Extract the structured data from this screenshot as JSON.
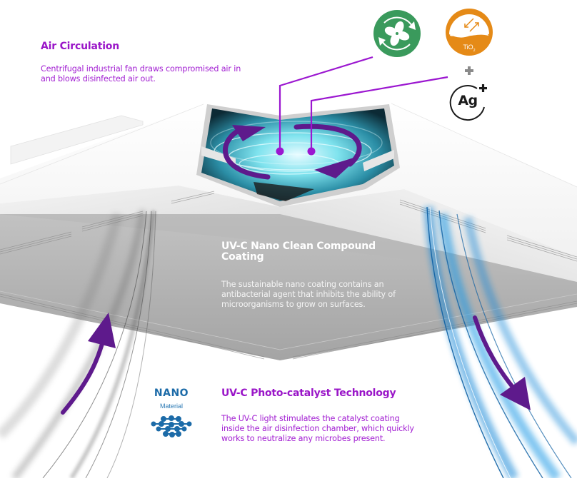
{
  "sections": {
    "air_circulation": {
      "title": "Air Circulation",
      "body": "Centrifugal industrial fan draws compromised air in and blows disinfected air out."
    },
    "nano_coating": {
      "title": "UV-C Nano Clean Compound Coating",
      "body": "The sustainable nano coating contains an antibacterial agent that inhibits the ability of microorganisms to grow on surfaces."
    },
    "photo_catalyst": {
      "title": "UV-C Photo-catalyst Technology",
      "body": "The UV-C light stimulates the catalyst coating inside the air disinfection chamber, which quickly works to neutralize any microbes present."
    }
  },
  "badges": {
    "fan": {
      "icon": "fan-icon",
      "color": "#3a9a5c"
    },
    "tio2": {
      "icon": "tio2-icon",
      "label": "TiO",
      "subscript": "2",
      "color": "#e58a17"
    },
    "plus": {
      "icon": "plus-icon",
      "color": "#8a8a8a"
    },
    "silver": {
      "icon": "silver-ion-icon",
      "label": "Ag",
      "superscript": "+"
    }
  },
  "nano_logo": {
    "word": "NANO",
    "sub": "Material",
    "color": "#1c6ba8"
  },
  "colors": {
    "accent_purple": "#9a16c8",
    "arrow_purple": "#5e1a8c",
    "airflow_blue": "#1e8fe0",
    "panel_gray": "#a9a9a9"
  }
}
